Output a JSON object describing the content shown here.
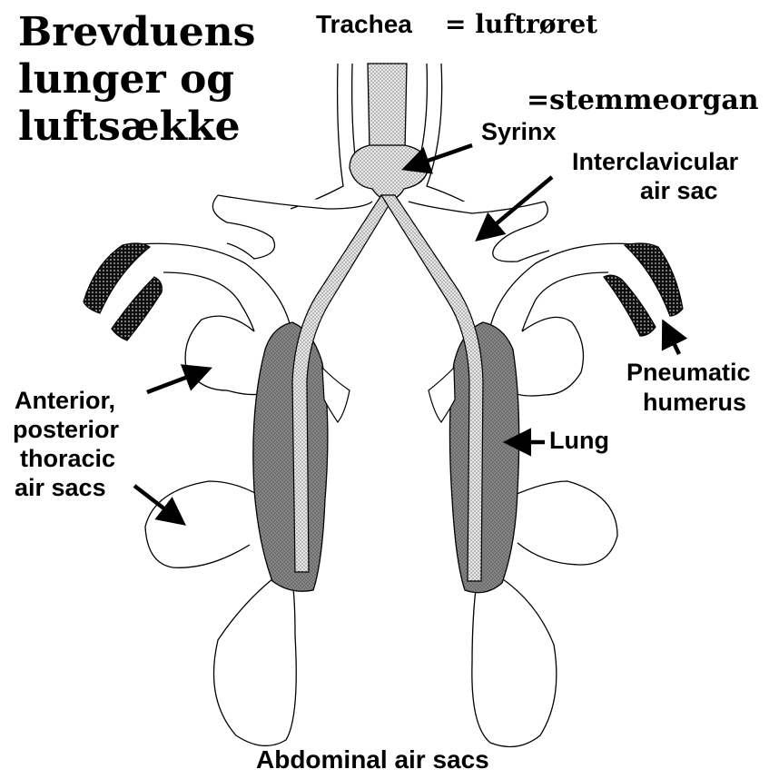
{
  "title": {
    "lines": [
      "Brevduens",
      "lunger og",
      "luftsække"
    ]
  },
  "labels": {
    "trachea": "Trachea",
    "trachea_danish": "= luftrøret",
    "syrinx_danish": "=stemmeorgan",
    "syrinx": "Syrinx",
    "interclavicular": [
      "Interclavicular",
      "air sac"
    ],
    "humerus": [
      "Pneumatic",
      "humerus"
    ],
    "lung": "Lung",
    "thoracic": [
      "Anterior,",
      "posterior",
      "thoracic",
      "air sacs"
    ],
    "abdominal": "Abdominal air sacs"
  },
  "colors": {
    "lung_fill": "#7f7f7f",
    "humerus_fill": "#111111",
    "outline": "#000000",
    "background": "#ffffff"
  }
}
